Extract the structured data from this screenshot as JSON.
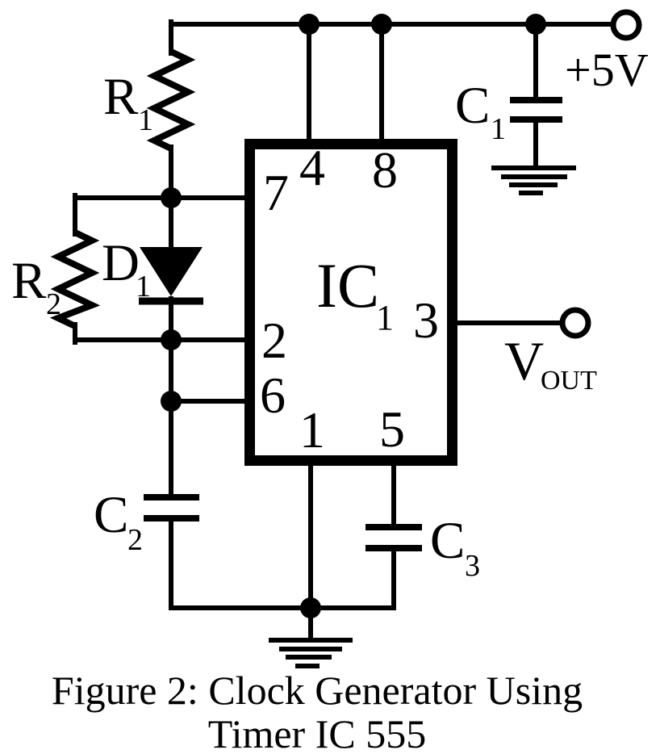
{
  "figure": {
    "caption_line1": "Figure 2: Clock Generator Using",
    "caption_line2": "Timer IC 555"
  },
  "power": {
    "supply_label": "+5V"
  },
  "output": {
    "label_base": "V",
    "label_sub": "OUT"
  },
  "ic1": {
    "label_base": "IC",
    "label_sub": "1",
    "pin_numbers": {
      "pin1": "1",
      "pin2": "2",
      "pin3": "3",
      "pin4": "4",
      "pin5": "5",
      "pin6": "6",
      "pin7": "7",
      "pin8": "8"
    }
  },
  "components": {
    "r1": {
      "base": "R",
      "sub": "1"
    },
    "r2": {
      "base": "R",
      "sub": "2"
    },
    "d1": {
      "base": "D",
      "sub": "1"
    },
    "c1": {
      "base": "C",
      "sub": "1"
    },
    "c2": {
      "base": "C",
      "sub": "2"
    },
    "c3": {
      "base": "C",
      "sub": "3"
    }
  },
  "colors": {
    "ink": "#000000",
    "background": "#ffffff"
  }
}
